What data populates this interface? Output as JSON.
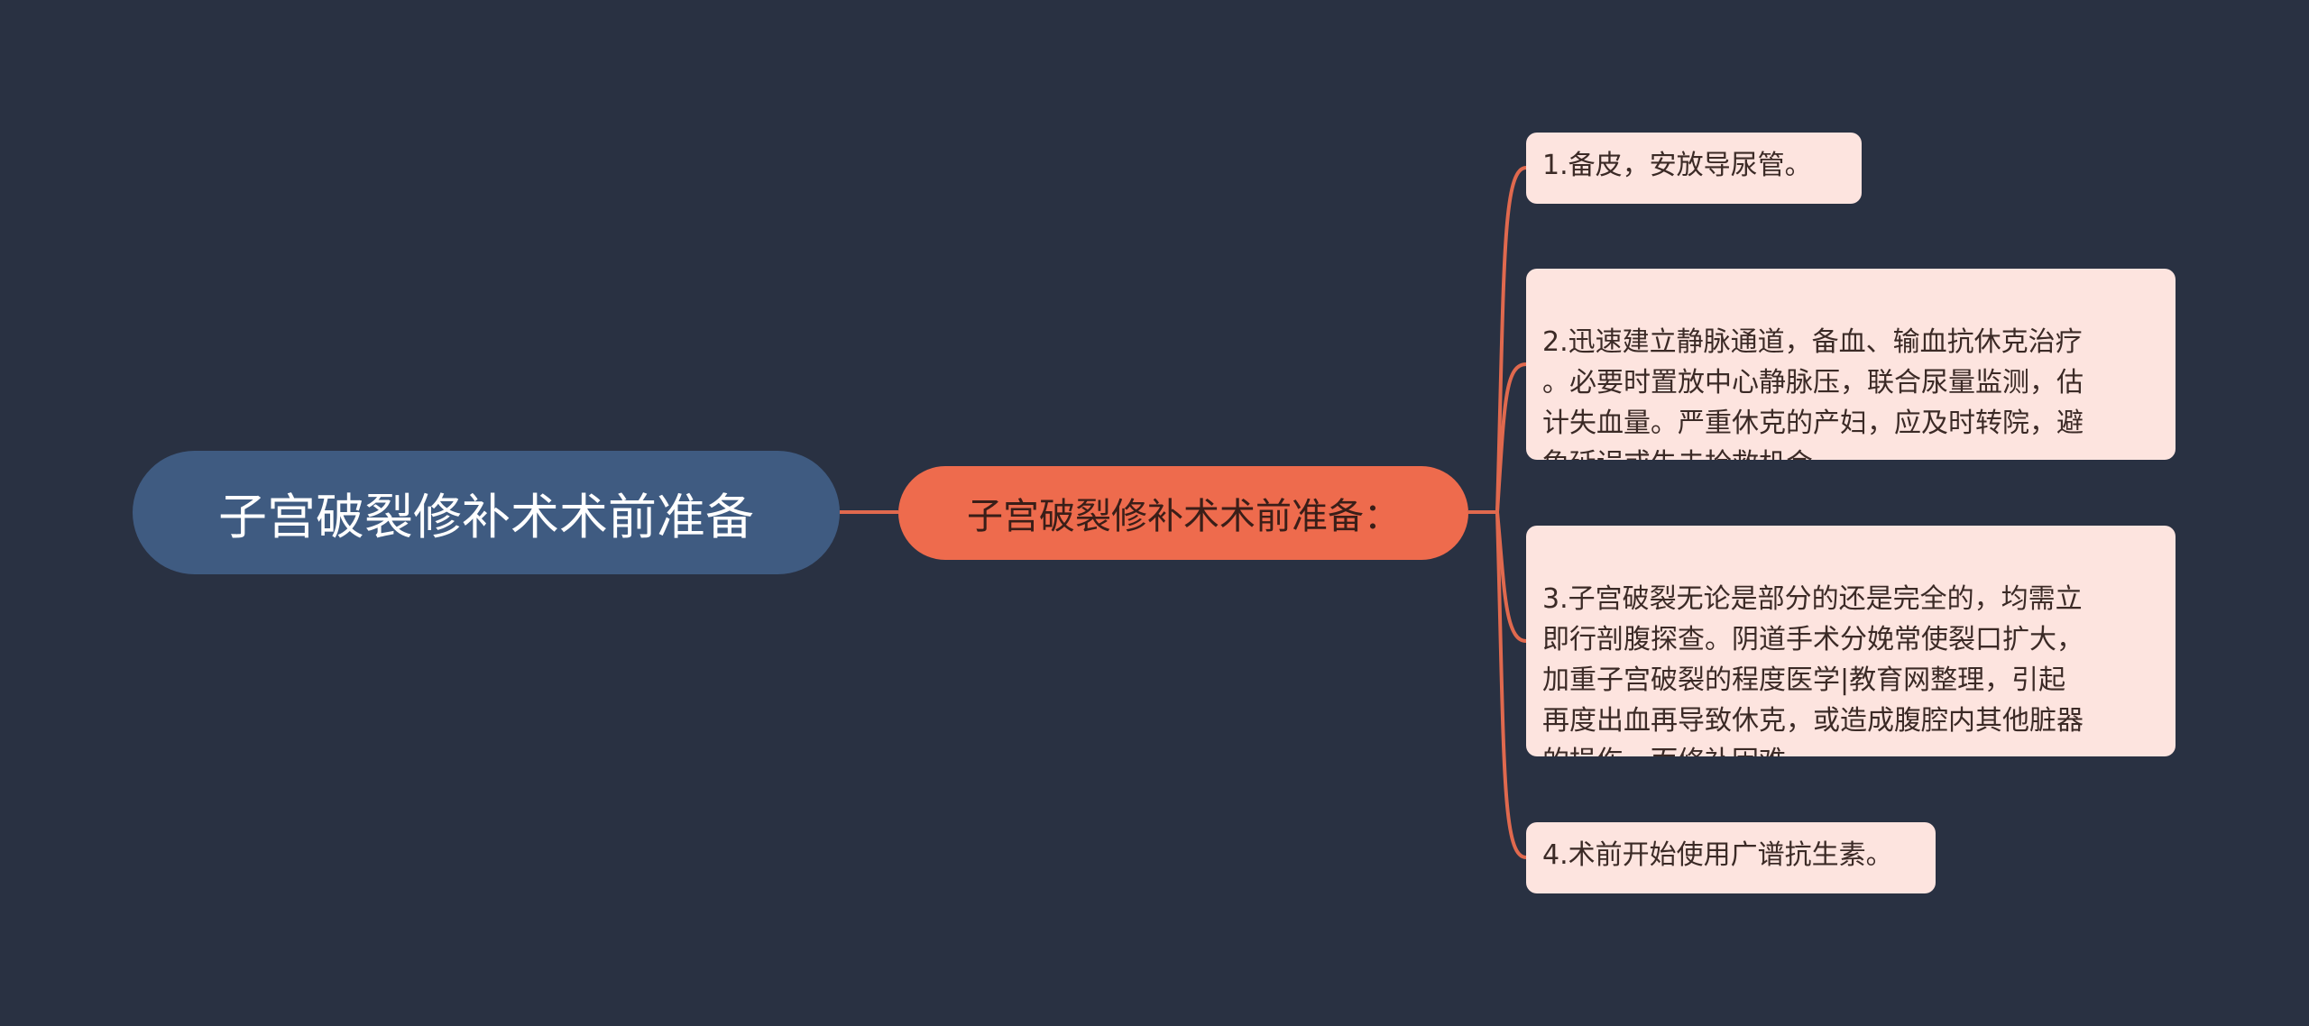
{
  "root": {
    "label": "子宫破裂修补术术前准备"
  },
  "branch": {
    "label": "子宫破裂修补术术前准备："
  },
  "leaves": [
    {
      "text": "1.备皮，安放导尿管。"
    },
    {
      "text": "2.迅速建立静脉通道，备血、输血抗休克治疗\n。必要时置放中心静脉压，联合尿量监测，估\n计失血量。严重休克的产妇，应及时转院，避\n免延误或失去抢救机会。"
    },
    {
      "text": "3.子宫破裂无论是部分的还是完全的，均需立\n即行剖腹探查。阴道手术分娩常使裂口扩大，\n加重子宫破裂的程度医学|教育网整理，引起\n再度出血再导致休克，或造成腹腔内其他脏器\n的损伤，而修补困难。"
    },
    {
      "text": "4.术前开始使用广谱抗生素。"
    }
  ],
  "colors": {
    "background": "#293142",
    "root_fill": "#3f5b81",
    "branch_fill": "#ee6b4d",
    "leaf_fill": "#fde4df",
    "connector": "#e0694e"
  }
}
